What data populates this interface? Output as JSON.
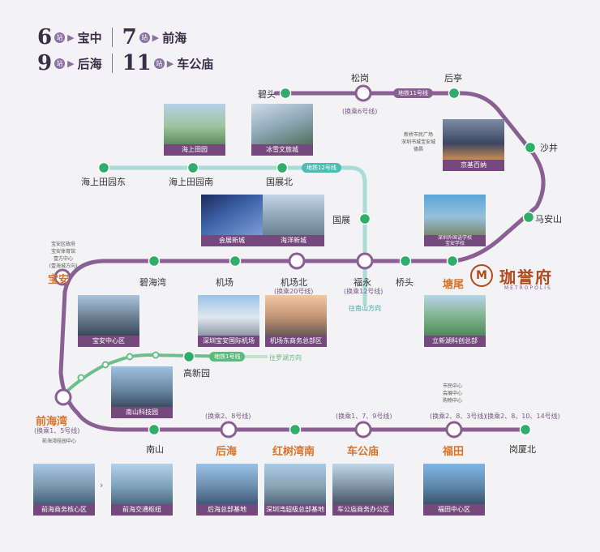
{
  "header": {
    "rows": [
      [
        {
          "num": "6",
          "badge": "站",
          "name": "宝中"
        },
        {
          "num": "7",
          "badge": "站",
          "name": "前海"
        }
      ],
      [
        {
          "num": "9",
          "badge": "站",
          "name": "后海"
        },
        {
          "num": "11",
          "badge": "站",
          "name": "车公庙"
        }
      ]
    ]
  },
  "stations": {
    "bitou": "碧头",
    "songgang": "松岗",
    "houting": "后亭",
    "shajing": "沙井",
    "maanshan": "马安山",
    "haishang_east": "海上田园东",
    "haishang_south": "海上田园南",
    "guozhanbei": "国展北",
    "guozhan": "国展",
    "baoan": "宝安",
    "bihaiwan": "碧海湾",
    "jichang": "机场",
    "jichangbei": "机场北",
    "fuyong": "福永",
    "qiaotou": "桥头",
    "tangwei": "塘尾",
    "gaoxinyuan": "高新园",
    "qianhaiwan": "前海湾",
    "nanshan": "南山",
    "houhai": "后海",
    "hongshuwan": "红树湾南",
    "chegongmiao": "车公庙",
    "futian": "福田",
    "gangxiabei": "岗厦北"
  },
  "transfers": {
    "songgang": "(换乘6号线)",
    "jichangbei": "(换乘20号线)",
    "fuyong": "(换乘12号线)",
    "qianhaiwan": "(换乘1、5号线)",
    "houhai": "(换乘2、8号线)",
    "chegongmiao": "(换乘1、7、9号线)",
    "futian": "(换乘2、8、3号线)",
    "gangxiabei": "(换乘2、8、10、14号线)"
  },
  "line_tags": {
    "line11": "地铁11号线",
    "line12": "地铁12号线",
    "line1": "地铁1号线"
  },
  "direction_notes": {
    "nanshan_dir": "往南山方向",
    "luohu_dir": "往罗湖方向"
  },
  "brand": {
    "name": "珈誉府",
    "english": "METROPOLIS",
    "mark": "M"
  },
  "pois": {
    "baoan_gov": [
      "宝安区政府",
      "宝安体育馆",
      "壹方中心"
    ],
    "baoan_gov_sub": "(壹海城方向)",
    "shajing_poi": [
      "新桥市民广场",
      "深圳书城宝安城",
      "德昌"
    ],
    "futian_poi": [
      "市民中心",
      "会展中心",
      "购物中心"
    ],
    "qianhai_poi": "前海湾桂园中心"
  },
  "photos": {
    "haishangtianyuan": "海上田园",
    "bingxue": "冰雪文旅城",
    "jingji": "京基百纳",
    "huizhan": "会展新城",
    "haiyang": "海洋新城",
    "school": "深圳外国语学校\n宝安学校",
    "baozhong": "宝安中心区",
    "jichang_photo": "深圳宝安国际机场",
    "jichangdong": "机场东商务总部区",
    "lixinhu": "立新湖科创总部",
    "nanshankeji": "南山科技园",
    "qianhai_core": "前海商务核心区",
    "qianhai_jiaotong": "前海交通枢纽",
    "houhai_hq": "后海总部基地",
    "shenzhenwan": "深圳湾超级总部基地",
    "chegongmiao_office": "车公庙商务办公区",
    "futian_center": "福田中心区"
  },
  "colors": {
    "line11": "#8a5f94",
    "line12": "#a8dcd6",
    "line1": "#6bc08a",
    "accent": "#d9732b",
    "caption": "#76497e"
  }
}
